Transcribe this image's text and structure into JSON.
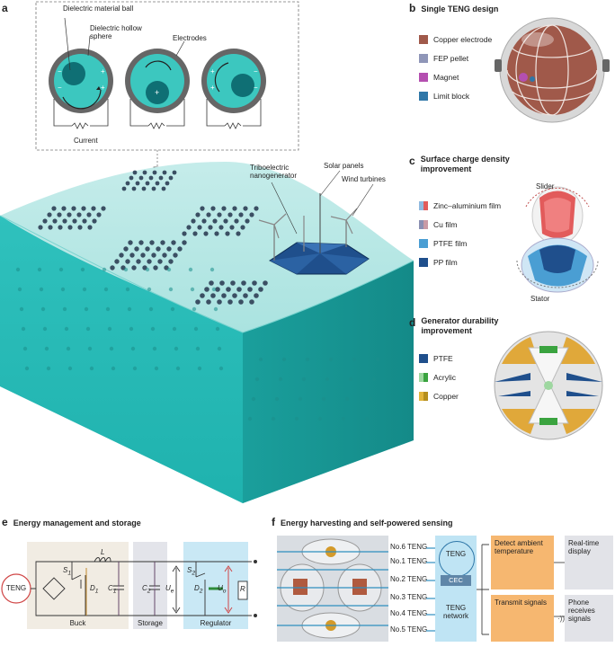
{
  "panel_a": {
    "letter": "a",
    "labels": {
      "dielectric_ball": "Dielectric material ball",
      "hollow_sphere": "Dielectric hollow sphere",
      "electrodes": "Electrodes",
      "current": "Current",
      "teng": "Triboelectric nanogenerator",
      "solar": "Solar panels",
      "wind": "Wind turbines"
    }
  },
  "panel_b": {
    "letter": "b",
    "title": "Single TENG design",
    "legend": [
      {
        "label": "Copper electrode",
        "color": "#a0594a"
      },
      {
        "label": "FEP pellet",
        "color": "#8f96b8"
      },
      {
        "label": "Magnet",
        "color": "#b44fb0"
      },
      {
        "label": "Limit block",
        "color": "#2f77a8"
      }
    ]
  },
  "panel_c": {
    "letter": "c",
    "title": "Surface charge density improvement",
    "legend": [
      {
        "label": "Zinc–aluminium film",
        "c1": "#8fb9e0",
        "c2": "#e25b5b"
      },
      {
        "label": "Cu film",
        "c1": "#8a8fb2",
        "c2": "#c99aa5"
      },
      {
        "label": "PTFE film",
        "color": "#4a9ed3"
      },
      {
        "label": "PP film",
        "color": "#1f4f8c"
      }
    ],
    "slider": "Slider",
    "stator": "Stator"
  },
  "panel_d": {
    "letter": "d",
    "title": "Generator durability improvement",
    "legend": [
      {
        "label": "PTFE",
        "color": "#1f4f8c"
      },
      {
        "label": "Acrylic",
        "c1": "#9ed7a0",
        "c2": "#3aa33f"
      },
      {
        "label": "Copper",
        "c1": "#e2b43a",
        "c2": "#b58e1d"
      }
    ]
  },
  "panel_e": {
    "letter": "e",
    "title": "Energy management and storage",
    "teng": "TENG",
    "buck": "Buck",
    "storage": "Storage",
    "regulator": "Regulator",
    "components": {
      "s1": "S",
      "s1_sub": "1",
      "l": "L",
      "d1": "D",
      "d1_sub": "1",
      "c1": "C",
      "c1_sub": "1",
      "c2": "C",
      "c2_sub": "2",
      "ue": "U",
      "ue_sub": "e",
      "s2": "S",
      "s2_sub": "2",
      "d2": "D",
      "d2_sub": "2",
      "uo": "U",
      "uo_sub": "o",
      "r": "R"
    }
  },
  "panel_f": {
    "letter": "f",
    "title": "Energy harvesting and self-powered sensing",
    "tengs": [
      "No.6 TENG",
      "No.1 TENG",
      "No.2 TENG",
      "No.3 TENG",
      "No.4 TENG",
      "No.5 TENG"
    ],
    "teng": "TENG",
    "cec": "CEC",
    "teng_network": "TENG network",
    "detect": "Detect ambient temperature",
    "display": "Real-time display",
    "transmit": "Transmit signals",
    "phone": "Phone receives signals"
  }
}
